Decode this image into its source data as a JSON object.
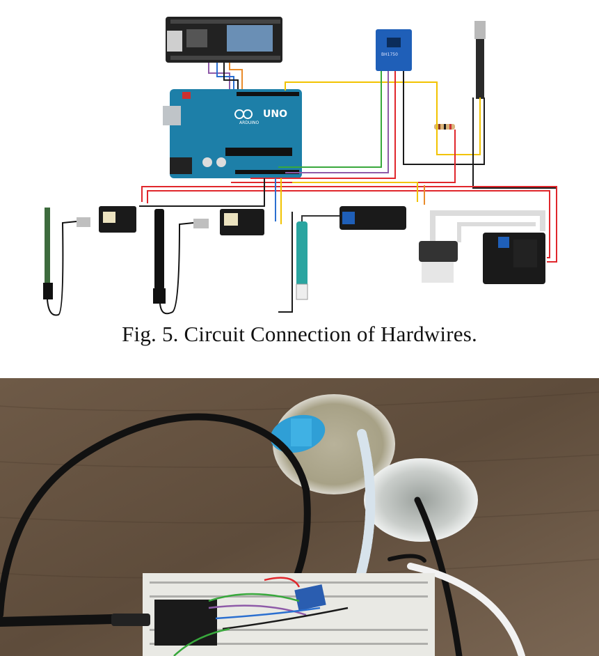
{
  "caption": "Fig. 5. Circuit Connection of Hardwires.",
  "diagram": {
    "board_logo": "UNO",
    "board_brand": "ARDUINO",
    "sensor_label": "BH1750",
    "wire_colors": {
      "red": "#e0262b",
      "black": "#1a1a1a",
      "yellow": "#f2c300",
      "green": "#38a83c",
      "blue": "#2a6fd0",
      "purple": "#8e5aa8",
      "orange": "#e98b2a"
    },
    "board_color": "#1d7fa8"
  },
  "photo": {
    "table_color": "#6e5a47"
  }
}
